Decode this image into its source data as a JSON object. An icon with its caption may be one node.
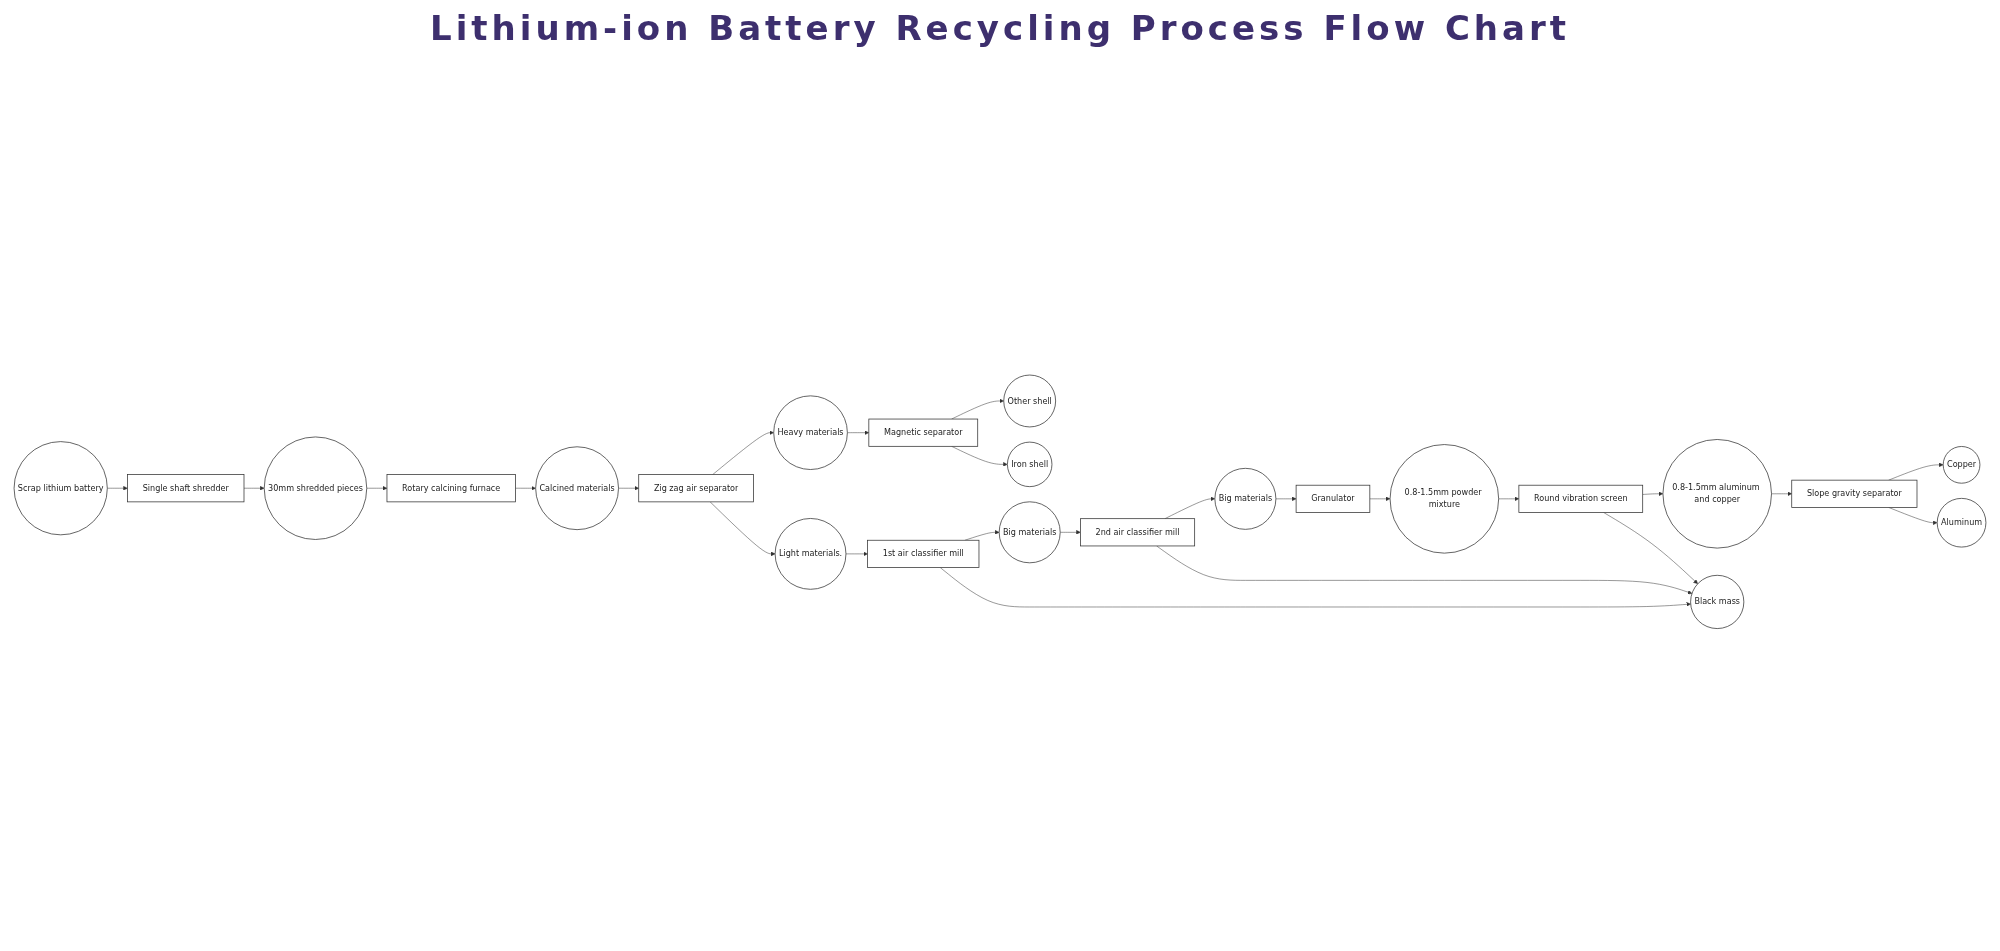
{
  "diagram": {
    "title": "Lithium-ion Battery Recycling Process Flow Chart",
    "nodes": [
      {
        "text": [
          "Scrap lithium battery"
        ]
      },
      {
        "text": [
          "Single shaft shredder"
        ]
      },
      {
        "text": [
          "30mm shredded pieces"
        ]
      },
      {
        "text": [
          "Rotary calcining furnace"
        ]
      },
      {
        "text": [
          "Calcined materials"
        ]
      },
      {
        "text": [
          "Zig zag air separator"
        ]
      },
      {
        "text": [
          "Heavy materials"
        ]
      },
      {
        "text": [
          "0.8-1.5mm aluminum and copper"
        ]
      },
      {
        "text": [
          "Round vibration screen"
        ]
      },
      {
        "text": [
          "Light materials."
        ]
      },
      {
        "text": [
          "Magnetic separator"
        ]
      },
      {
        "text": [
          "Other shell"
        ]
      },
      {
        "text": [
          "Slope gravity separator"
        ]
      },
      {
        "text": [
          "0.8-1.5mm powder mixture"
        ]
      },
      {
        "text": [
          "Black mass"
        ]
      },
      {
        "text": [
          "1st air classifier mill"
        ]
      },
      {
        "text": [
          "Iron shell"
        ]
      },
      {
        "text": [
          "Copper"
        ]
      },
      {
        "text": [
          "Aluminum"
        ]
      },
      {
        "text": [
          "Granulator"
        ]
      },
      {
        "text": [
          "Big materials"
        ]
      },
      {
        "text": [
          "2nd air classifier mill"
        ]
      },
      {
        "text": [
          "Big materials"
        ]
      }
    ],
    "edges": [
      {
        "from": 0,
        "to": 1,
        "arrow": "to"
      },
      {
        "from": 1,
        "to": 2,
        "arrow": "to"
      },
      {
        "from": 2,
        "to": 3,
        "arrow": "to"
      },
      {
        "from": 3,
        "to": 4,
        "arrow": "to"
      },
      {
        "from": 4,
        "to": 5,
        "arrow": "to"
      },
      {
        "from": 5,
        "to": 6,
        "arrow": "to"
      },
      {
        "from": 5,
        "to": 9,
        "arrow": "to"
      },
      {
        "from": 6,
        "to": 10,
        "arrow": "to"
      },
      {
        "from": 10,
        "to": 11,
        "arrow": "to"
      },
      {
        "from": 10,
        "to": 16,
        "arrow": "to"
      },
      {
        "from": 9,
        "to": 15,
        "arrow": "to"
      },
      {
        "from": 15,
        "to": 14,
        "arrow": "to"
      },
      {
        "from": 15,
        "to": 22,
        "arrow": "to"
      },
      {
        "from": 22,
        "to": 21,
        "arrow": "to"
      },
      {
        "from": 21,
        "to": 14,
        "arrow": "to"
      },
      {
        "from": 21,
        "to": 20,
        "arrow": "to"
      },
      {
        "from": 20,
        "to": 19,
        "arrow": "to"
      },
      {
        "from": 19,
        "to": 13,
        "arrow": "to"
      },
      {
        "from": 13,
        "to": 8,
        "arrow": "to"
      },
      {
        "from": 8,
        "to": 7,
        "arrow": "to"
      },
      {
        "from": 8,
        "to": 14,
        "arrow": "to"
      },
      {
        "from": 7,
        "to": 12,
        "arrow": "to"
      },
      {
        "from": 12,
        "to": 17,
        "arrow": "to"
      },
      {
        "from": 12,
        "to": 18,
        "arrow": "to"
      }
    ]
  }
}
